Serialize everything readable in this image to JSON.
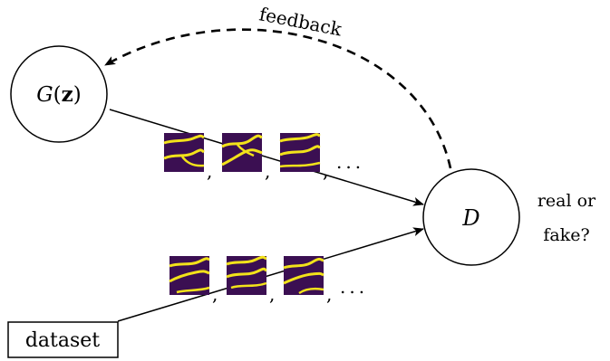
{
  "generator": {
    "label_main": "G",
    "label_open": "(",
    "label_var": "z",
    "label_close": ")"
  },
  "discriminator": {
    "label": "D"
  },
  "dataset": {
    "label": "dataset"
  },
  "feedback": {
    "label": "feedback"
  },
  "question": {
    "line1": "real or",
    "line2": "fake?"
  },
  "separators": {
    "comma": ",",
    "ellipsis": "..."
  },
  "colors": {
    "patch_background": "#3b0f52",
    "patch_channel": "#f2e21a",
    "line": "#000000"
  }
}
